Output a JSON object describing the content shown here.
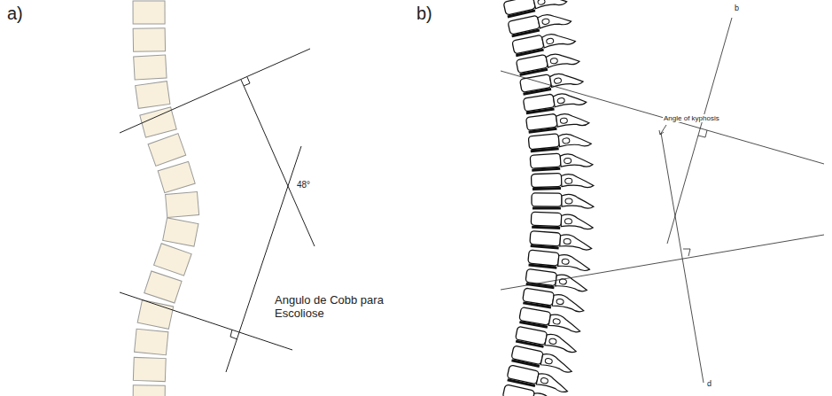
{
  "diagram": {
    "labels": [
      "a)",
      "b)",
      "48°",
      "Angulo de Cobb para Escoliose",
      "Angle of kyphosis",
      "b",
      "d"
    ]
  }
}
